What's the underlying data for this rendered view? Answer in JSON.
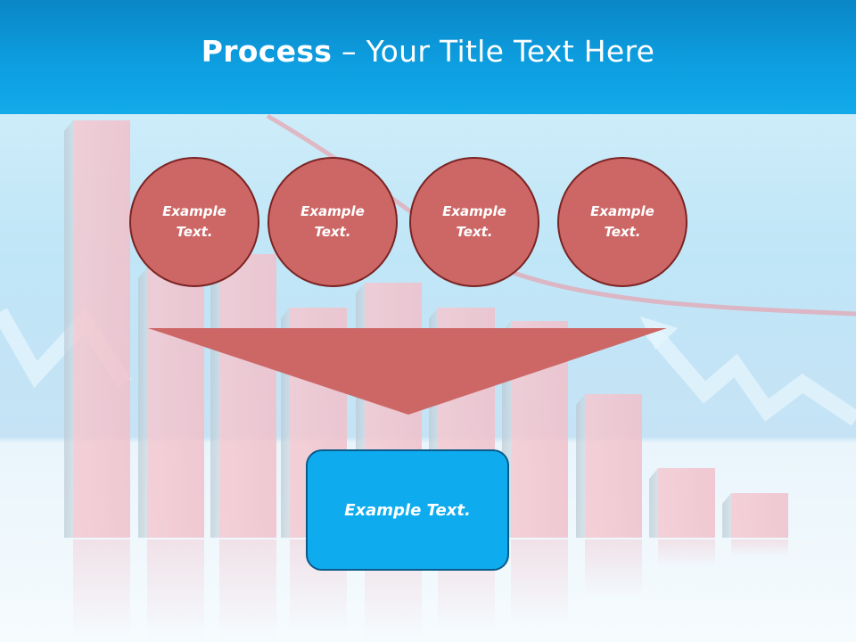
{
  "title": {
    "bold": "Process",
    "rest": " – Your Title Text Here"
  },
  "steps": [
    {
      "label": "Example\nText."
    },
    {
      "label": "Example\nText."
    },
    {
      "label": "Example\nText."
    },
    {
      "label": "Example\nText."
    }
  ],
  "result": {
    "label": "Example Text."
  },
  "colors": {
    "header": "#0d9ee0",
    "circle_fill": "#cd6766",
    "circle_border": "#7a2323",
    "funnel_fill": "#cd6766",
    "result_fill": "#0eacee",
    "result_border": "#0b5a8a",
    "background_bars": "#f2c6cf"
  },
  "background": {
    "description_icon": "bar-chart-background",
    "bar_count": 10
  }
}
